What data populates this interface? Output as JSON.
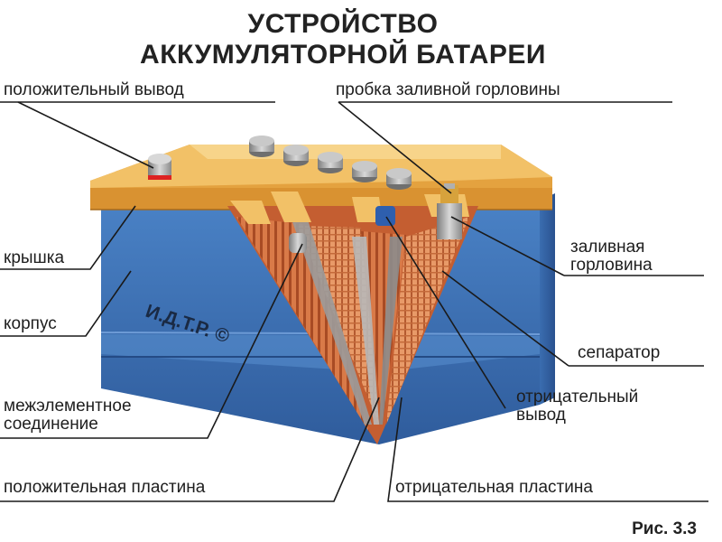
{
  "title": {
    "line1": "УСТРОЙСТВО",
    "line2": "АККУМУЛЯТОРНОЙ БАТАРЕИ"
  },
  "labels": {
    "positive_terminal": "положительный вывод",
    "filler_plug": "пробка заливной горловины",
    "lid": "крышка",
    "filler_neck_1": "заливная",
    "filler_neck_2": "горловина",
    "case": "корпус",
    "separator": "сепаратор",
    "intercell_1": "межэлементное",
    "intercell_2": "соединение",
    "negative_terminal_1": "отрицательный",
    "negative_terminal_2": "вывод",
    "positive_plate": "положительная пластина",
    "negative_plate": "отрицательная пластина"
  },
  "watermark": "И.Д.Т.Р. ©",
  "figure_caption": "Рис. 3.3",
  "colors": {
    "case_blue": "#3f74b9",
    "case_blue_dark": "#2f5c9c",
    "lid_orange": "#e8a945",
    "lid_top": "#f2c167",
    "plate_copper": "#c9683c",
    "plate_light": "#e8a27a",
    "terminal_grey": "#9a9a9a",
    "leader_line": "#222222",
    "accent_blue_cap": "#2e5fae"
  }
}
